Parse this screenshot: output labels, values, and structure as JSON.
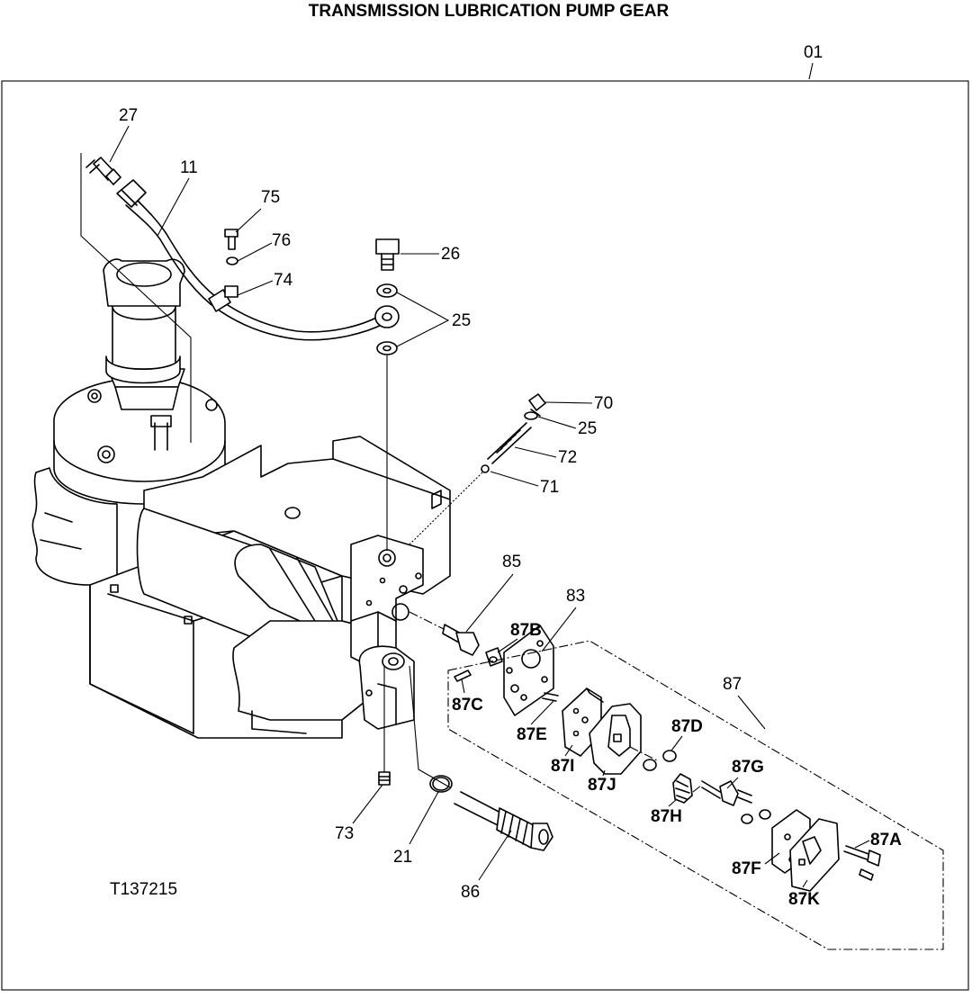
{
  "title": "TRANSMISSION LUBRICATION PUMP GEAR",
  "drawing_code": "T137215",
  "callouts": {
    "c01": "01",
    "c27": "27",
    "c11": "11",
    "c75": "75",
    "c76": "76",
    "c74": "74",
    "c26": "26",
    "c25a": "25",
    "c70": "70",
    "c25b": "25",
    "c72": "72",
    "c71": "71",
    "c85": "85",
    "c83": "83",
    "c87B": "87B",
    "c87C": "87C",
    "c87E": "87E",
    "c87": "87",
    "c87D": "87D",
    "c87I": "87I",
    "c87J": "87J",
    "c87G": "87G",
    "c87H": "87H",
    "c87A": "87A",
    "c87F": "87F",
    "c87K": "87K",
    "c73": "73",
    "c21": "21",
    "c86": "86"
  }
}
